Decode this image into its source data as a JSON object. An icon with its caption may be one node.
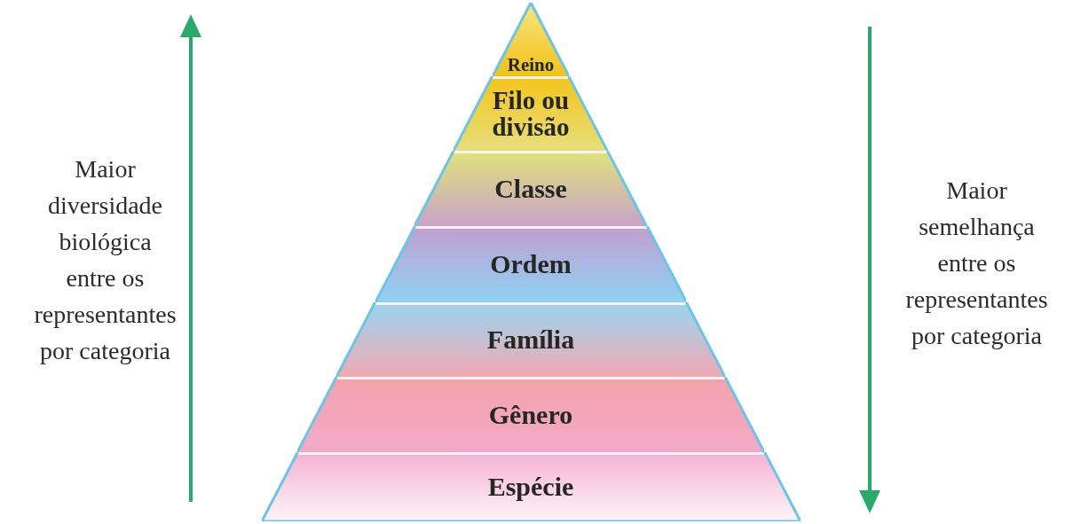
{
  "diagram": {
    "nodes": [
      {
        "text": [
          "Reino"
        ]
      },
      {
        "text": [
          "Filo ou divisão"
        ]
      },
      {
        "text": [
          "Classe"
        ]
      },
      {
        "text": [
          "Ordem"
        ]
      },
      {
        "text": [
          "Família"
        ]
      },
      {
        "text": [
          "Gênero"
        ]
      },
      {
        "text": [
          "Espécie"
        ]
      }
    ],
    "labels": [
      "Maior diversidade biológica entre os representantes por categoria",
      "Maior semelhança entre os representantes por categoria"
    ]
  }
}
